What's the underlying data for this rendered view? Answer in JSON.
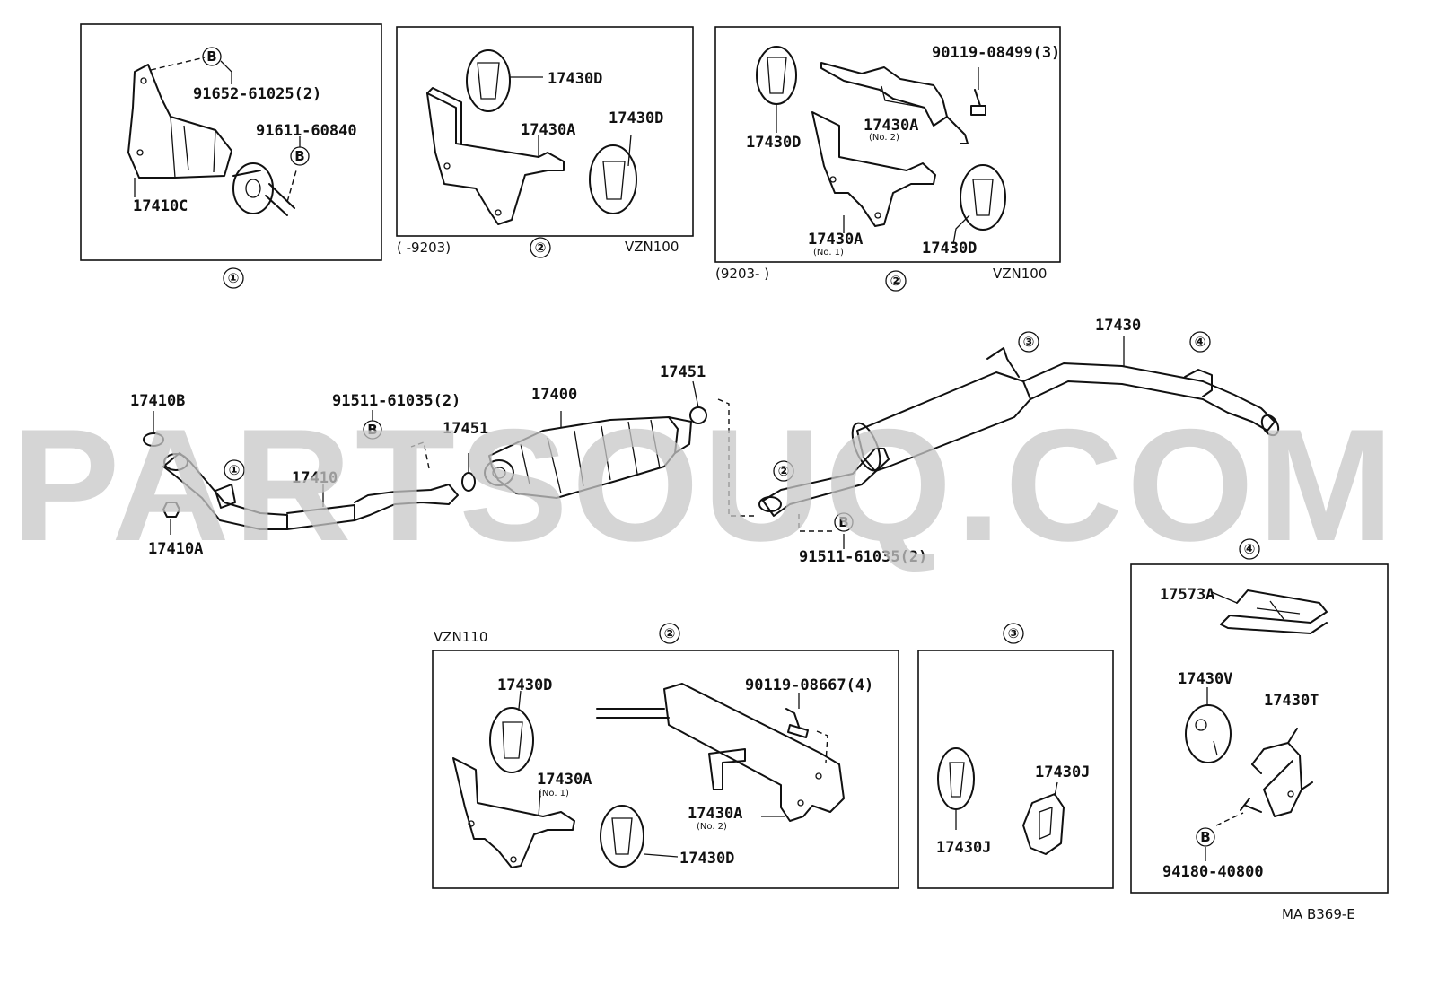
{
  "watermark": "PARTSOUQ.COM",
  "figure_code": "MA B369-E",
  "boxes": {
    "box1": {
      "ref": "①",
      "labels": [
        "91652-61025(2)",
        "91611-60840",
        "17410C"
      ]
    },
    "box2a": {
      "ref": "②",
      "date_range": "(    -9203)",
      "model": "VZN100",
      "labels": [
        "17430D",
        "17430A",
        "17430D"
      ]
    },
    "box2b": {
      "ref": "②",
      "date_range": "(9203-      )",
      "model": "VZN100",
      "labels": [
        "90119-08499(3)",
        "17430D",
        "17430A",
        "17430A",
        "17430D"
      ],
      "subnotes": [
        "(No. 2)",
        "(No. 1)"
      ]
    },
    "box2c": {
      "ref": "②",
      "model": "VZN110",
      "labels": [
        "17430D",
        "90119-08667(4)",
        "17430A",
        "17430A",
        "17430D"
      ],
      "subnotes": [
        "(No. 1)",
        "(No. 2)"
      ]
    },
    "box3": {
      "ref": "③",
      "labels": [
        "17430J",
        "17430J"
      ]
    },
    "box4": {
      "ref": "④",
      "labels": [
        "17573A",
        "17430V",
        "17430T",
        "94180-40800"
      ]
    }
  },
  "main_labels": {
    "l17410B": "17410B",
    "l17410A": "17410A",
    "l17410": "17410",
    "l9151a": "91511-61035(2)",
    "l17451a": "17451",
    "l17400": "17400",
    "l17451b": "17451",
    "l17430": "17430",
    "l9151b": "91511-61035(2)"
  },
  "refs": {
    "r1": "①",
    "r2": "②",
    "r3": "③",
    "r4": "④"
  },
  "bolt_marker": "B"
}
